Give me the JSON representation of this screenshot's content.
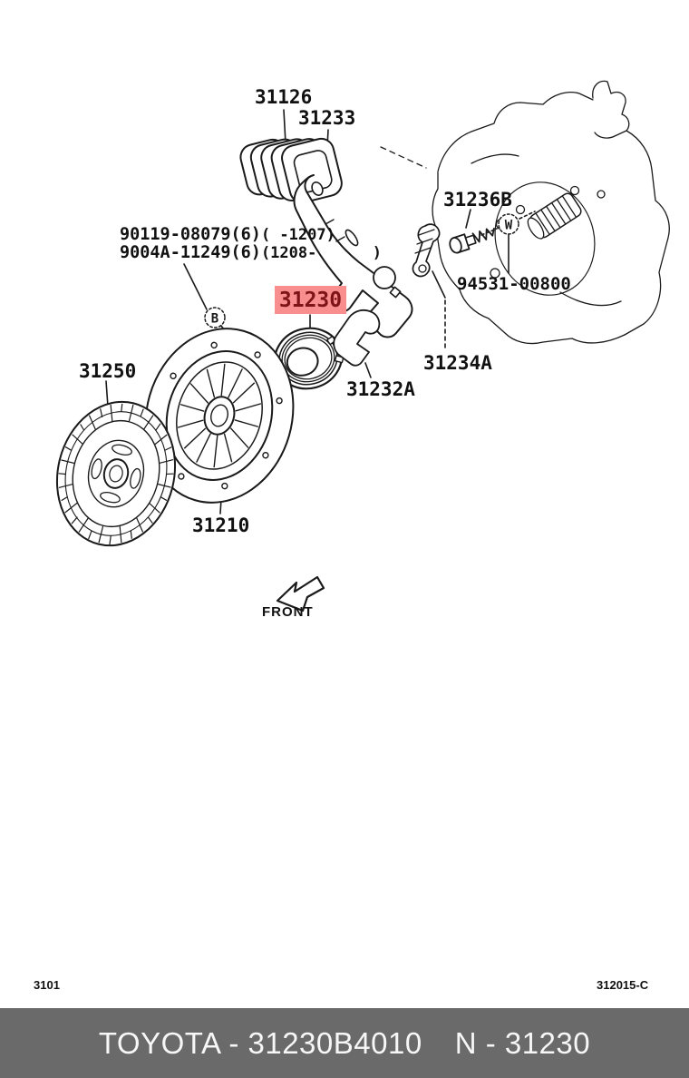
{
  "diagram": {
    "front_label": "FRONT",
    "parts": {
      "boot": "31126",
      "fork": "31233",
      "bolt_a": {
        "number": "90119-08079(6)",
        "range": "( -1207)"
      },
      "bolt_b": {
        "number": "9004A-11249(6)",
        "range": "(1208-      )"
      },
      "pin": "31236B",
      "plug": "94531-00800",
      "bearing": "31230",
      "support": "31234A",
      "clip": "31232A",
      "disc": "31250",
      "cover": "31210"
    },
    "markers": {
      "bolt": "B",
      "washer": "W"
    }
  },
  "highlight": {
    "part_number": "31230",
    "bg_color": "#f98e8e",
    "text_color": "#7d1417"
  },
  "footer": {
    "left_code": "3101",
    "right_code": "312015-C"
  },
  "banner": {
    "catalog_code": "TOYOTA - 31230B4010",
    "part_ref": "N - 31230",
    "bg_color": "#6a6a6a"
  },
  "colors": {
    "line": "#1a1a1a",
    "background": "#ffffff"
  }
}
